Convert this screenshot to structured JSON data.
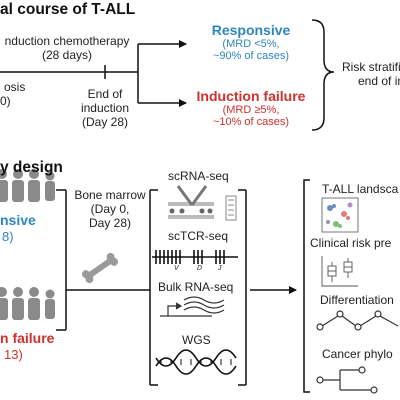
{
  "top": {
    "title": "al course of T-ALL",
    "induction_line1": "nduction chemotherapy",
    "induction_line2": "(28 days)",
    "diag_line1": "osis",
    "diag_line2": "0)",
    "end_line1": "End of",
    "end_line2": "induction",
    "end_line3": "(Day 28)",
    "responsive_title": "Responsive",
    "responsive_l1": "(MRD <5%,",
    "responsive_l2": "~90% of cases)",
    "failure_title": "Induction failure",
    "failure_l1": "(MRD ≥5%,",
    "failure_l2": "~10% of cases)",
    "risk_l1": "Risk stratifi",
    "risk_l2": "end of in"
  },
  "bottom": {
    "title": "y design",
    "responsive_label": "nsive",
    "responsive_n": "8)",
    "failure_label": "n failure",
    "failure_n": "13)",
    "bm_line1": "Bone marrow",
    "bm_line2": "(Day 0,",
    "bm_line3": "Day 28)",
    "assays": [
      "scRNA-seq",
      "scTCR-seq",
      "Bulk RNA-seq",
      "WGS"
    ],
    "tcr_segments": [
      "V",
      "D",
      "J"
    ],
    "outputs": [
      "T-ALL landsca",
      "Clinical risk pre",
      "Differentiation",
      "Cancer phylo"
    ]
  },
  "colors": {
    "responsive": "#2e86c1",
    "failure": "#d0312d",
    "person": "#8a8a8a"
  }
}
